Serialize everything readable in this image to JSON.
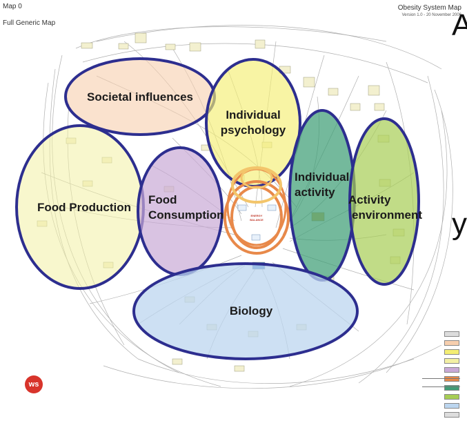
{
  "header": {
    "map_label": "Map 0",
    "subtitle": "Full Generic Map",
    "title": "Obesity System Map",
    "version": "Version 1.0 - 20 November 2006"
  },
  "clusters": [
    {
      "id": "societal",
      "label": "Societal influences",
      "color": "#f7cfae"
    },
    {
      "id": "psych",
      "label_lines": [
        "Individual",
        "psychology"
      ],
      "color": "#f4ee73"
    },
    {
      "id": "foodprod",
      "label": "Food Production",
      "color": "#f3f0a4"
    },
    {
      "id": "foodcons",
      "label_lines": [
        "Food",
        "Consumption"
      ],
      "color": "#c9a9d6"
    },
    {
      "id": "activity",
      "label_lines": [
        "Individual",
        "activity"
      ],
      "color": "#3f9e76"
    },
    {
      "id": "actenv",
      "label_lines": [
        "Activity",
        "environment"
      ],
      "color": "#a7cd54"
    },
    {
      "id": "biology",
      "label": "Biology",
      "color": "#bcd6ef"
    }
  ],
  "center": {
    "label_lines": [
      "ENERGY",
      "BALANCE"
    ]
  },
  "overlay": {
    "letter_a": "A",
    "letter_y": "y"
  },
  "logo": {
    "text": "ws"
  },
  "legend_colors": [
    "#dddddd",
    "#f7cfae",
    "#f4ee73",
    "#f3f0a4",
    "#c9a9d6",
    "#e8894a",
    "#3f9e76",
    "#a7cd54",
    "#bcd6ef",
    "#dddddd"
  ]
}
